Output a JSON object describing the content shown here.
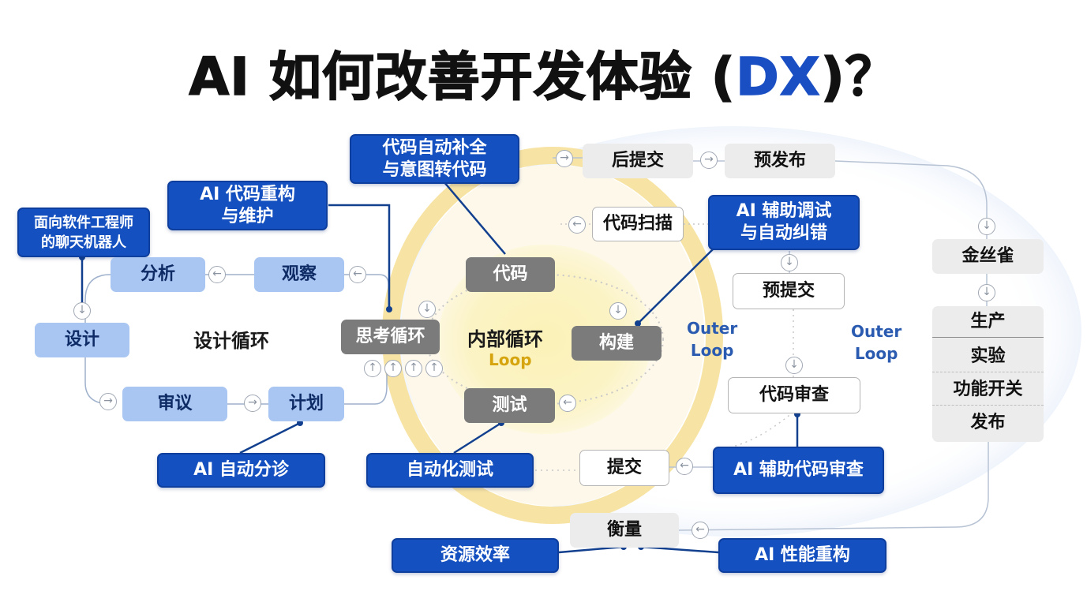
{
  "title": {
    "prefix": "AI 如何改善开发体验 (",
    "highlight": "DX",
    "suffix": ")？"
  },
  "center": {
    "label": "内部循环",
    "sublabel": "Loop"
  },
  "design_loop": {
    "label": "设计循环"
  },
  "outer_left": {
    "line1": "Outer",
    "line2": "Loop"
  },
  "outer_right": {
    "line1": "Outer",
    "line2": "Loop"
  },
  "ai_boxes": {
    "chatbot": "面向软件工程师\n的聊天机器人",
    "refactor": "AI 代码重构\n与维护",
    "autocomplete": "代码自动补全\n与意图转代码",
    "debug": "AI 辅助调试\n与自动纠错",
    "triage": "AI 自动分诊",
    "autotest": "自动化测试",
    "review": "AI 辅助代码审查",
    "efficiency": "资源效率",
    "perf": "AI 性能重构"
  },
  "design_nodes": {
    "analyze": "分析",
    "observe": "观察",
    "design": "设计",
    "deliberate": "审议",
    "plan": "计划"
  },
  "inner_nodes": {
    "think": "思考循环",
    "code": "代码",
    "build": "构建",
    "test": "测试"
  },
  "outer_nodes": {
    "code_scan": "代码扫描",
    "pre_commit": "预提交",
    "code_review": "代码审查",
    "commit": "提交",
    "post_commit": "后提交",
    "pre_release": "预发布",
    "canary": "金丝雀",
    "measure": "衡量"
  },
  "release_stack": [
    "生产",
    "实验",
    "功能开关",
    "发布"
  ],
  "arrows": {
    "down": "↓",
    "up": "↑",
    "left": "←",
    "right": "→"
  },
  "colors": {
    "ai_blue": "#1550c0",
    "design_blue": "#a9c5f2",
    "inner_gray": "#7b7b7b",
    "loop_yellow": "#f5d46a",
    "title_accent": "#1a4fc4"
  }
}
